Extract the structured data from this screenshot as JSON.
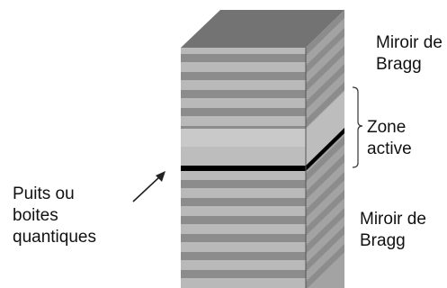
{
  "labels": {
    "top_mirror": [
      "Miroir de",
      "Bragg"
    ],
    "active_zone": [
      "Zone",
      "active"
    ],
    "quantum_wells": [
      "Puits ou",
      "boites",
      "quantiques"
    ],
    "bottom_mirror": [
      "Miroir de",
      "Bragg"
    ]
  },
  "colors": {
    "top_face": "#737373",
    "dark_layer": "#8c8c8c",
    "light_layer": "#b9b9b9",
    "active_region": "#bdbdbd",
    "quantum_layer": "#000000",
    "outline": "#222222"
  },
  "icons": {
    "arrow": "diagonal-arrow-icon",
    "brace": "right-brace-icon"
  }
}
